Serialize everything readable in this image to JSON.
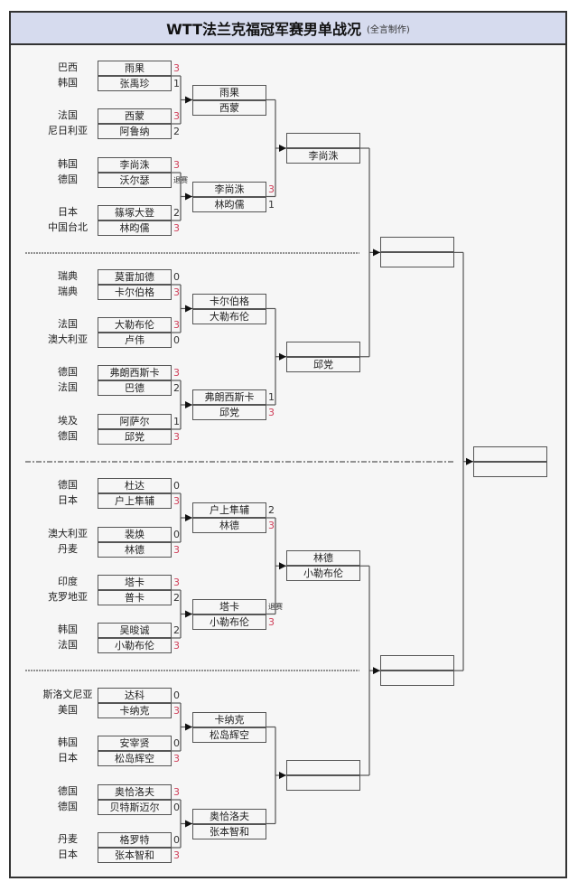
{
  "header": {
    "title": "WTT法兰克福冠军赛男单战况",
    "subtitle": "(全言制作)"
  },
  "colors": {
    "header_bg": "#d6dbee",
    "win_score": "#d0405a",
    "line": "#555555"
  },
  "round1": [
    {
      "players": [
        {
          "country": "巴西",
          "name": "雨果",
          "score": "3",
          "win": true
        },
        {
          "country": "韩国",
          "name": "张禹珍",
          "score": "1",
          "win": false
        }
      ]
    },
    {
      "players": [
        {
          "country": "法国",
          "name": "西蒙",
          "score": "3",
          "win": true
        },
        {
          "country": "尼日利亚",
          "name": "阿鲁纳",
          "score": "2",
          "win": false
        }
      ]
    },
    {
      "players": [
        {
          "country": "韩国",
          "name": "李尚洙",
          "score": "3",
          "win": true
        },
        {
          "country": "德国",
          "name": "沃尔瑟",
          "score": "退赛",
          "win": false
        }
      ]
    },
    {
      "players": [
        {
          "country": "日本",
          "name": "篠塚大登",
          "score": "2",
          "win": false
        },
        {
          "country": "中国台北",
          "name": "林昀儒",
          "score": "3",
          "win": true
        }
      ]
    },
    {
      "players": [
        {
          "country": "瑞典",
          "name": "莫雷加德",
          "score": "0",
          "win": false
        },
        {
          "country": "瑞典",
          "name": "卡尔伯格",
          "score": "3",
          "win": true
        }
      ]
    },
    {
      "players": [
        {
          "country": "法国",
          "name": "大勒布伦",
          "score": "3",
          "win": true
        },
        {
          "country": "澳大利亚",
          "name": "卢伟",
          "score": "0",
          "win": false
        }
      ]
    },
    {
      "players": [
        {
          "country": "德国",
          "name": "弗朗西斯卡",
          "score": "3",
          "win": true
        },
        {
          "country": "法国",
          "name": "巴德",
          "score": "2",
          "win": false
        }
      ]
    },
    {
      "players": [
        {
          "country": "埃及",
          "name": "阿萨尔",
          "score": "1",
          "win": false
        },
        {
          "country": "德国",
          "name": "邱党",
          "score": "3",
          "win": true
        }
      ]
    },
    {
      "players": [
        {
          "country": "德国",
          "name": "杜达",
          "score": "0",
          "win": false
        },
        {
          "country": "日本",
          "name": "户上隼辅",
          "score": "3",
          "win": true
        }
      ]
    },
    {
      "players": [
        {
          "country": "澳大利亚",
          "name": "裴焕",
          "score": "0",
          "win": false
        },
        {
          "country": "丹麦",
          "name": "林德",
          "score": "3",
          "win": true
        }
      ]
    },
    {
      "players": [
        {
          "country": "印度",
          "name": "塔卡",
          "score": "3",
          "win": true
        },
        {
          "country": "克罗地亚",
          "name": "普卡",
          "score": "2",
          "win": false
        }
      ]
    },
    {
      "players": [
        {
          "country": "韩国",
          "name": "吴晙诚",
          "score": "2",
          "win": false
        },
        {
          "country": "法国",
          "name": "小勒布伦",
          "score": "3",
          "win": true
        }
      ]
    },
    {
      "players": [
        {
          "country": "斯洛文尼亚",
          "name": "达科",
          "score": "0",
          "win": false
        },
        {
          "country": "美国",
          "name": "卡纳克",
          "score": "3",
          "win": true
        }
      ]
    },
    {
      "players": [
        {
          "country": "韩国",
          "name": "安宰贤",
          "score": "0",
          "win": false
        },
        {
          "country": "日本",
          "name": "松岛辉空",
          "score": "3",
          "win": true
        }
      ]
    },
    {
      "players": [
        {
          "country": "德国",
          "name": "奥恰洛夫",
          "score": "3",
          "win": true
        },
        {
          "country": "德国",
          "name": "贝特斯迈尔",
          "score": "0",
          "win": false
        }
      ]
    },
    {
      "players": [
        {
          "country": "丹麦",
          "name": "格罗特",
          "score": "0",
          "win": false
        },
        {
          "country": "日本",
          "name": "张本智和",
          "score": "3",
          "win": true
        }
      ]
    }
  ],
  "round2": [
    {
      "players": [
        {
          "name": "雨果",
          "score": ""
        },
        {
          "name": "西蒙",
          "score": ""
        }
      ]
    },
    {
      "players": [
        {
          "name": "李尚洙",
          "score": "3",
          "win": true
        },
        {
          "name": "林昀儒",
          "score": "1",
          "win": false
        }
      ]
    },
    {
      "players": [
        {
          "name": "卡尔伯格",
          "score": ""
        },
        {
          "name": "大勒布伦",
          "score": ""
        }
      ]
    },
    {
      "players": [
        {
          "name": "弗朗西斯卡",
          "score": "1",
          "win": false
        },
        {
          "name": "邱党",
          "score": "3",
          "win": true
        }
      ]
    },
    {
      "players": [
        {
          "name": "户上隼辅",
          "score": "2",
          "win": false
        },
        {
          "name": "林德",
          "score": "3",
          "win": true
        }
      ]
    },
    {
      "players": [
        {
          "name": "塔卡",
          "score": "退赛",
          "win": false
        },
        {
          "name": "小勒布伦",
          "score": "3",
          "win": true
        }
      ]
    },
    {
      "players": [
        {
          "name": "卡纳克",
          "score": ""
        },
        {
          "name": "松岛辉空",
          "score": ""
        }
      ]
    },
    {
      "players": [
        {
          "name": "奥恰洛夫",
          "score": ""
        },
        {
          "name": "张本智和",
          "score": ""
        }
      ]
    }
  ],
  "quarterfinals": [
    {
      "players": [
        {
          "name": ""
        },
        {
          "name": "李尚洙"
        }
      ]
    },
    {
      "players": [
        {
          "name": ""
        },
        {
          "name": "邱党"
        }
      ]
    },
    {
      "players": [
        {
          "name": "林德"
        },
        {
          "name": "小勒布伦"
        }
      ]
    },
    {
      "players": [
        {
          "name": ""
        },
        {
          "name": ""
        }
      ]
    }
  ],
  "semifinals": [
    {
      "players": [
        {
          "name": ""
        },
        {
          "name": ""
        }
      ]
    },
    {
      "players": [
        {
          "name": ""
        },
        {
          "name": ""
        }
      ]
    }
  ],
  "final": {
    "players": [
      {
        "name": ""
      },
      {
        "name": ""
      }
    ]
  }
}
